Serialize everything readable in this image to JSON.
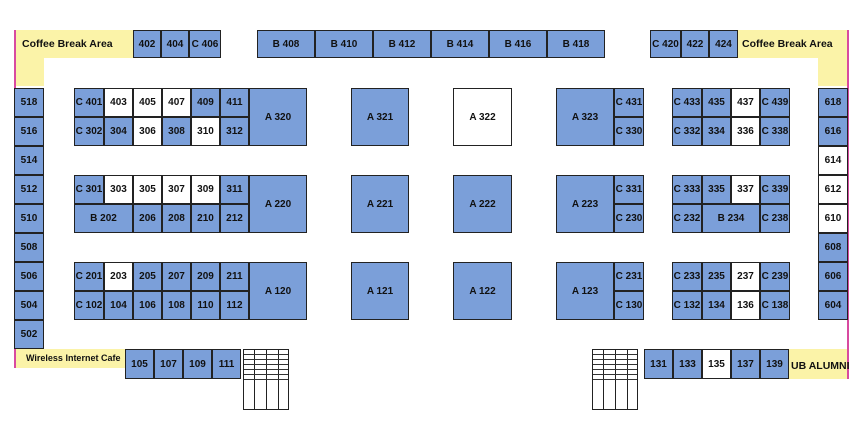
{
  "colors": {
    "booth_blue": "#7b9fd9",
    "booth_white": "#ffffff",
    "area_yellow": "#fbf3a8",
    "outline_pink": "#d84aa0"
  },
  "areas": {
    "coffee_left": "Coffee Break Area",
    "coffee_right": "Coffee Break Area",
    "cafe": "Wireless Internet Cafe",
    "alumni": "UB ALUMNI"
  },
  "booths": {
    "b402": "402",
    "b404": "404",
    "bC406": "C 406",
    "bB408": "B 408",
    "bB410": "B 410",
    "bB412": "B 412",
    "bB414": "B 414",
    "bB416": "B 416",
    "bB418": "B 418",
    "bC420": "C 420",
    "b422": "422",
    "b424": "424",
    "b518": "518",
    "b516": "516",
    "b514": "514",
    "b512": "512",
    "b510": "510",
    "b508": "508",
    "b506": "506",
    "b504": "504",
    "b502": "502",
    "b618": "618",
    "b616": "616",
    "b614": "614",
    "b612": "612",
    "b610": "610",
    "b608": "608",
    "b606": "606",
    "b604": "604",
    "bC401": "C 401",
    "b403": "403",
    "b405": "405",
    "b407": "407",
    "b409": "409",
    "b411": "411",
    "bC302": "C 302",
    "b304": "304",
    "b306": "306",
    "b308": "308",
    "b310": "310",
    "b312": "312",
    "bA320": "A 320",
    "bA321": "A 321",
    "bA322": "A 322",
    "bA323": "A 323",
    "bC431": "C 431",
    "bC330": "C 330",
    "bC433": "C 433",
    "b435": "435",
    "b437": "437",
    "bC439": "C 439",
    "bC332": "C 332",
    "b334": "334",
    "b336": "336",
    "bC338": "C 338",
    "bC301": "C 301",
    "b303": "303",
    "b305": "305",
    "b307": "307",
    "b309": "309",
    "b311": "311",
    "bB202": "B 202",
    "b206": "206",
    "b208": "208",
    "b210": "210",
    "b212": "212",
    "bA220": "A 220",
    "bA221": "A 221",
    "bA222": "A 222",
    "bA223": "A 223",
    "bC331": "C 331",
    "bC230": "C 230",
    "bC333": "C 333",
    "b335": "335",
    "b337": "337",
    "bC339": "C 339",
    "bC232": "C 232",
    "bB234": "B 234",
    "bC238": "C 238",
    "bC201": "C 201",
    "b203": "203",
    "b205": "205",
    "b207": "207",
    "b209": "209",
    "b211": "211",
    "bC102": "C 102",
    "b104": "104",
    "b106": "106",
    "b108": "108",
    "b110": "110",
    "b112": "112",
    "bA120": "A 120",
    "bA121": "A 121",
    "bA122": "A 122",
    "bA123": "A 123",
    "bC231": "C 231",
    "bC130": "C 130",
    "bC233": "C 233",
    "b235": "235",
    "b237": "237",
    "bC239": "C 239",
    "bC132": "C 132",
    "b134": "134",
    "b136": "136",
    "bC138": "C 138",
    "b105": "105",
    "b107": "107",
    "b109": "109",
    "b111": "111",
    "b131": "131",
    "b133": "133",
    "b135": "135",
    "b137": "137",
    "b139": "139"
  }
}
